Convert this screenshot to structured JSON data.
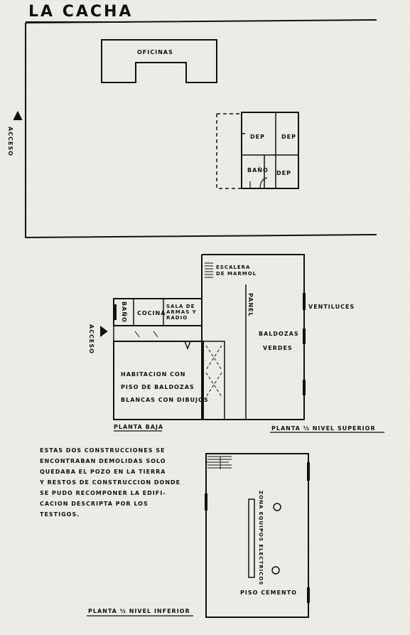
{
  "header": {
    "title": "LA CACHA"
  },
  "site_plan": {
    "access_label": "ACCESO",
    "offices_label": "OFICINAS",
    "rooms": {
      "dep_1": "DEP",
      "dep_2": "DEP",
      "bath": "BAÑO",
      "dep_3": "DEP"
    }
  },
  "ground_floor": {
    "access_label": "ACCESO",
    "rooms": {
      "bath": "BAÑO",
      "kitchen": "COCINA",
      "arms_room": [
        "SALA DE",
        "ARMAS Y",
        "RADIO"
      ],
      "bedroom": [
        "HABITACION CON",
        "PISO DE BALDOZAS",
        "BLANCAS CON DIBUJOS"
      ]
    },
    "caption": "PLANTA BAJA"
  },
  "upper_floor": {
    "stair_label": [
      "ESCALERA",
      "DE MARMOL"
    ],
    "panel_label": "PANEL",
    "skylight_label": "VENTILUCES",
    "floor_label": [
      "BALDOZAS",
      "VERDES"
    ],
    "caption": "PLANTA ½ NIVEL SUPERIOR"
  },
  "note": {
    "lines": [
      "ESTAS DOS CONSTRUCCIONES SE",
      "ENCONTRABAN DEMOLIDAS SOLO",
      "QUEDABA EL POZO EN LA TIERRA",
      "Y RESTOS DE CONSTRUCCION DONDE",
      "SE PUDO RECOMPONER LA EDIFI-",
      "CACION DESCRIPTA POR LOS",
      "TESTIGOS."
    ]
  },
  "lower_floor": {
    "equipment_label": "ZONA EQUIPOS ELECTRICOS",
    "floor_label": "PISO CEMENTO",
    "caption": "PLANTA ½ NIVEL INFERIOR"
  }
}
